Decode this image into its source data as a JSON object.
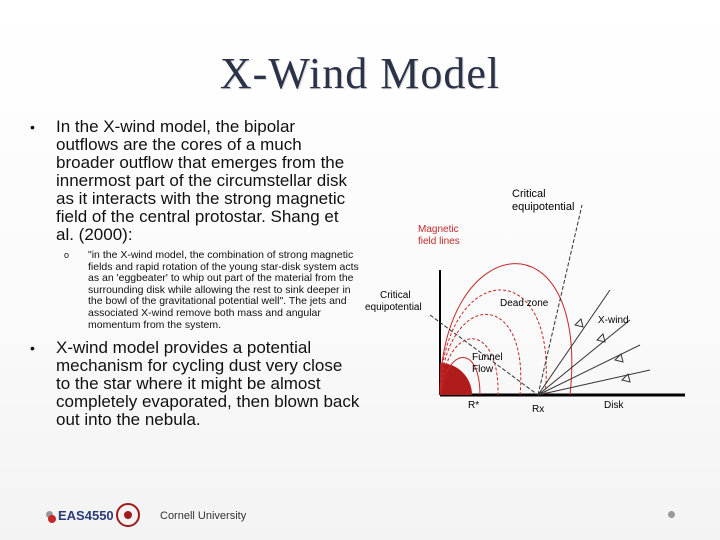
{
  "slide": {
    "title": "X-Wind Model",
    "bullet_1": "In the X-wind model, the bipolar outflows are the cores of a much broader outflow that emerges from the innermost part of the circumstellar disk as it interacts with the strong magnetic field of the central protostar. Shang et al. (2000):",
    "sub_bullet": "\"in the X-wind model, the combination of strong magnetic fields and rapid rotation of the young star-disk system acts as an 'eggbeater' to whip out part of the material from the surrounding disk while allowing the rest to sink deeper in the bowl of the gravitational potential well\". The jets and associated X-wind remove both mass and angular momentum from the system.",
    "bullet_2": "X-wind model provides a potential mechanism for cycling dust very close to the star where it might be almost completely evaporated, then blown back out into the nebula.",
    "bullet_marker": "•",
    "sub_marker": "o"
  },
  "diagram": {
    "label_critical_top": "Critical equipotential",
    "label_magnetic": "Magnetic field lines",
    "label_critical_left": "Critical equipotential",
    "label_dead_zone": "Dead zone",
    "label_xwind": "X-wind",
    "label_funnel": "Funnel Flow",
    "label_rstar": "R*",
    "label_rx": "Rx",
    "label_disk": "Disk",
    "colors": {
      "star": "#b01c1c",
      "magnetic": "#c62828",
      "lines": "#333333"
    }
  },
  "footer": {
    "course": "EAS4550",
    "university": "Cornell University"
  }
}
